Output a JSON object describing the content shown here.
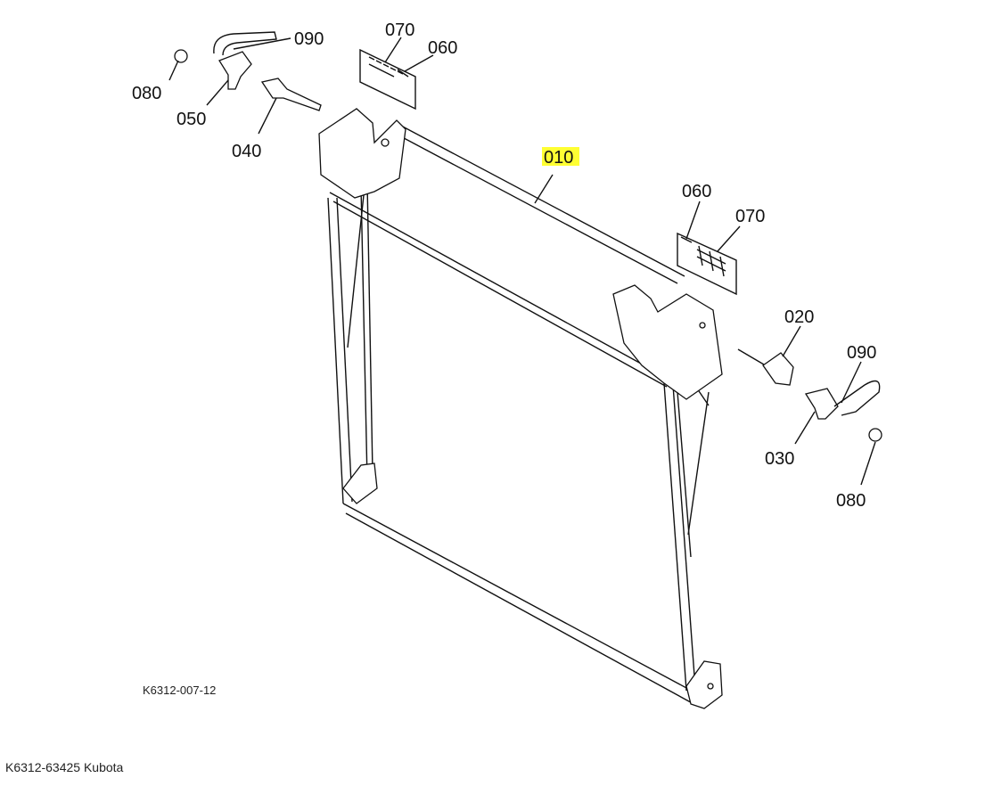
{
  "diagram": {
    "labels": {
      "l090_top": "090",
      "l070_top": "070",
      "l060_top": "060",
      "l080_left": "080",
      "l050": "050",
      "l040": "040",
      "l010": "010",
      "l060_right": "060",
      "l070_right": "070",
      "l020": "020",
      "l090_right": "090",
      "l030": "030",
      "l080_right": "080"
    },
    "highlighted_part": "010",
    "highlight_color": "#ffff33",
    "drawing_code": "K6312-007-12"
  },
  "footer": {
    "caption": "K6312-63425 Kubota"
  }
}
